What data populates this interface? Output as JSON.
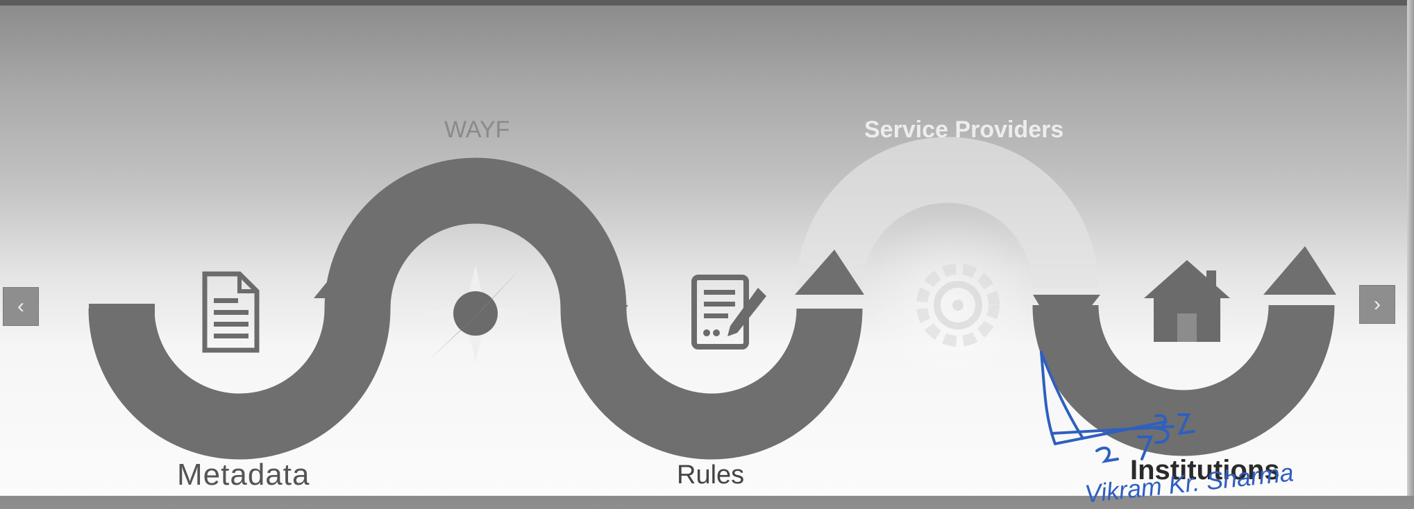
{
  "steps": [
    {
      "label": "Metadata",
      "icon": "document-icon"
    },
    {
      "label": "WAYF",
      "icon": "compass-icon"
    },
    {
      "label": "Rules",
      "icon": "edit-document-icon"
    },
    {
      "label": "Service Providers",
      "icon": "gear-icon"
    },
    {
      "label": "Institutions",
      "icon": "home-icon"
    }
  ],
  "nav": {
    "prev_label": "‹",
    "next_label": "›"
  },
  "signature": {
    "text": "Vikram Kr. Sharma",
    "date": "27.3.22"
  },
  "colors": {
    "ribbon": "#6f6f6f",
    "icon": "#6b6b6b",
    "ink": "#2f5fbf"
  }
}
